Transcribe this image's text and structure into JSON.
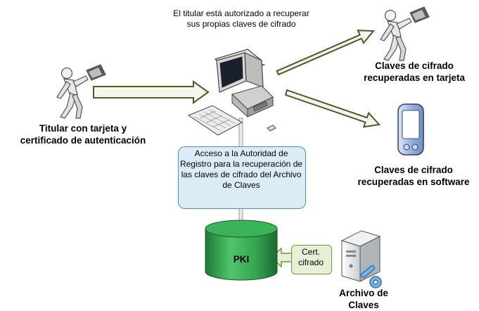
{
  "top_note": {
    "line1": "El titular está autorizado a recuperar",
    "line2": "sus propias claves de cifrado"
  },
  "left_person": {
    "line1": "Titular con tarjeta y",
    "line2": "certificado de autenticación"
  },
  "card_recovery": {
    "line1": "Claves de cifrado",
    "line2": "recuperadas en tarjeta"
  },
  "software_recovery": {
    "line1": "Claves de cifrado",
    "line2": "recuperadas en software"
  },
  "ra_note": {
    "text": "Acceso a la Autoridad de Registro para la recuperación de las claves de cifrado del Archivo de Claves"
  },
  "pki": {
    "label": "PKI"
  },
  "cert": {
    "line1": "Cert.",
    "line2": "cifrado"
  },
  "key_archive": {
    "line1": "Archivo de",
    "line2": "Claves"
  },
  "colors": {
    "arrow_fill": "#f4f6ea",
    "arrow_stroke": "#4d5a2c",
    "pki_green": "#2f9a4a",
    "note_fill": "#dcecf6",
    "cert_fill": "#e7f0d7"
  }
}
